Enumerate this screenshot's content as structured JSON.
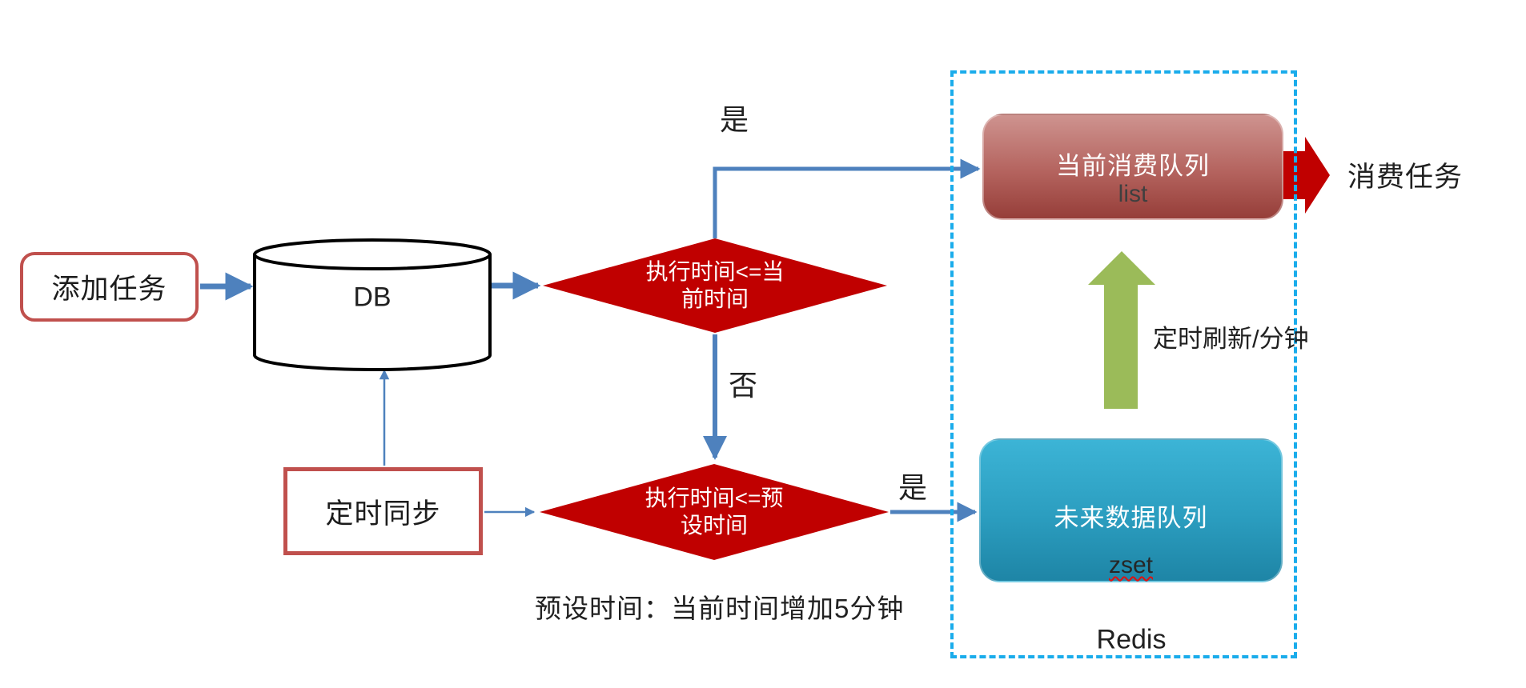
{
  "nodes": {
    "add_task": {
      "label": "添加任务"
    },
    "db": {
      "label": "DB"
    },
    "timed_sync": {
      "label": "定时同步"
    },
    "decision_current_time": {
      "line1": "执行时间<=当",
      "line2": "前时间"
    },
    "decision_preset_time": {
      "line1": "执行时间<=预",
      "line2": "设时间"
    },
    "current_consume_queue": {
      "title": "当前消费队列",
      "type": "list"
    },
    "future_data_queue": {
      "title": "未来数据队列",
      "type": "zset"
    },
    "redis_container": {
      "label": "Redis"
    }
  },
  "edge_labels": {
    "yes_top": "是",
    "no_mid": "否",
    "yes_bottom": "是"
  },
  "annotations": {
    "consume_task": "消费任务",
    "refresh_interval": "定时刷新/分钟",
    "preset_note": "预设时间：当前时间增加5分钟"
  },
  "colors": {
    "flow_blue": "#4E81BD",
    "decision_red": "#C00000",
    "node_border_red": "#C0504D",
    "redis_dashed_cyan": "#1AACEB",
    "refresh_green": "#9BBB59",
    "current_queue_gradient_top": "#CE938F",
    "current_queue_gradient_bottom": "#963E39",
    "future_queue_gradient_top": "#3CB4D6",
    "future_queue_gradient_bottom": "#1E85A6",
    "subtitle_gray": "#3F3F3F"
  }
}
